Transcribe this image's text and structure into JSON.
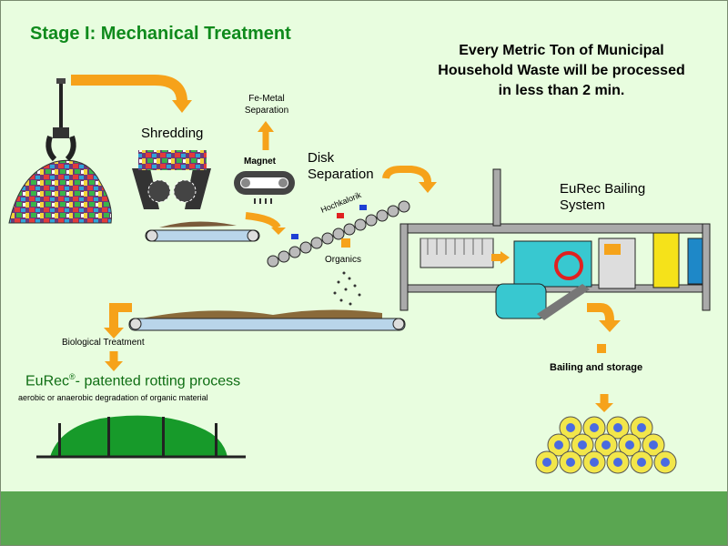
{
  "title": "Stage I: Mechanical Treatment",
  "note": "Every Metric Ton of Municipal Household Waste will be processed in less than 2 min.",
  "labels": {
    "shredding": "Shredding",
    "fe_metal": "Fe-Metal Separation",
    "magnet": "Magnet",
    "disk_separation": "Disk Separation",
    "hochkalorik": "Hochkalorik",
    "organics": "Organics",
    "biological": "Biological  Treatment",
    "eurec_bailing": "EuRec Bailing System",
    "bailing_storage": "Bailing and storage"
  },
  "rotting": {
    "prefix": "EuRec",
    "mark": "®",
    "suffix": "- patented rotting process",
    "subtitle": "aerobic or anaerobic  degradation of organic material"
  },
  "colors": {
    "background": "#e8fddf",
    "ground": "#5aa651",
    "arrow": "#f6a21a",
    "title": "#0f8a1c"
  }
}
